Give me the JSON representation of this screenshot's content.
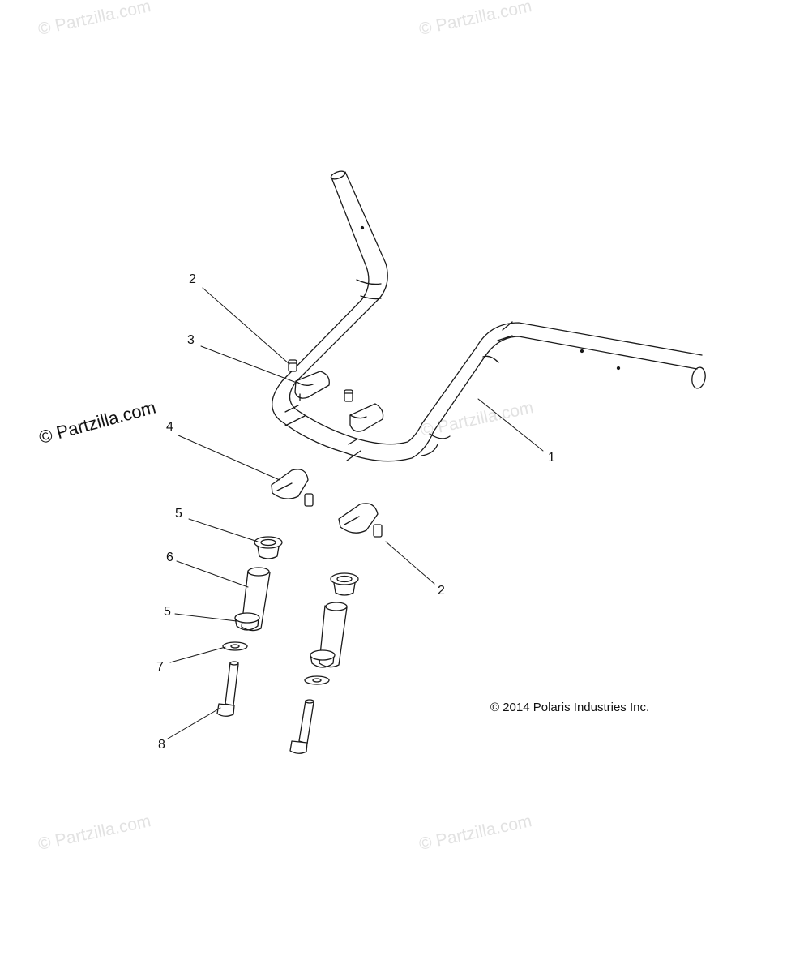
{
  "watermarks": {
    "text": "© Partzilla.com"
  },
  "copyright": "© 2014 Polaris Industries Inc.",
  "callouts": {
    "c1": "1",
    "c2a": "2",
    "c2b": "2",
    "c3": "3",
    "c4": "4",
    "c5a": "5",
    "c5b": "5",
    "c6": "6",
    "c7": "7",
    "c8": "8"
  }
}
